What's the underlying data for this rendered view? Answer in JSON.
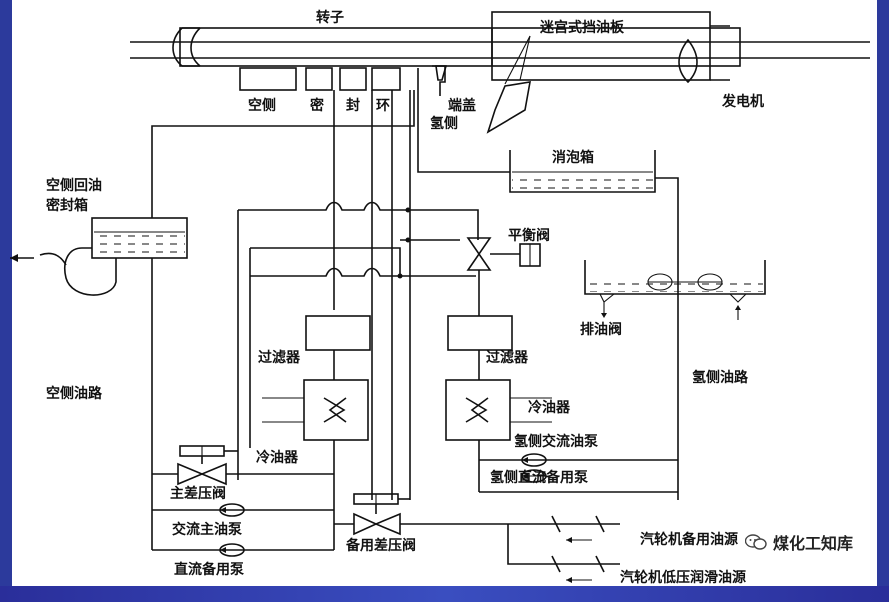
{
  "labels": {
    "rotor": "转子",
    "labyrinth": "迷宫式挡油板",
    "generator": "发电机",
    "air_side": "空侧",
    "seal_dense": "密",
    "seal_feng": "封",
    "seal_ring": "环",
    "end_cover": "端盖",
    "hydrogen_side": "氢侧",
    "defoam_tank": "消泡箱",
    "air_return_tank_1": "空侧回油",
    "air_return_tank_2": "密封箱",
    "balance_valve": "平衡阀",
    "drain_valve": "排油阀",
    "filter_left": "过滤器",
    "filter_right": "过滤器",
    "hydrogen_oil_path": "氢侧油路",
    "air_oil_path": "空侧油路",
    "cooler_left": "冷油器",
    "cooler_right": "冷油器",
    "h_ac_pump": "氢侧交流油泵",
    "h_dc_pump": "氢侧直流备用泵",
    "main_dp_valve": "主差压阀",
    "ac_main_pump": "交流主油泵",
    "dc_standby_pump": "直流备用泵",
    "standby_dp_valve": "备用差压阀",
    "turbine_standby": "汽轮机备用油源",
    "turbine_low_lube": "汽轮机低压润滑油源"
  },
  "watermark": {
    "icon": "wechat-icon",
    "text": "煤化工知库"
  },
  "colors": {
    "frame": "#2c3a9c",
    "line": "#111111",
    "background": "#ffffff"
  }
}
